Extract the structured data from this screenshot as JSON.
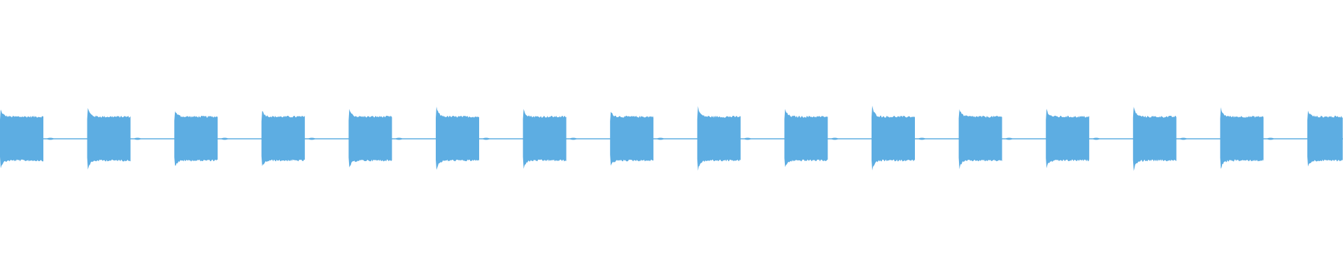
{
  "waveform": {
    "color": "#5DADE2",
    "burst_count": 16,
    "burst_peak_amplitudes": [
      0.93,
      1.0,
      0.9,
      0.91,
      0.96,
      1.02,
      0.95,
      0.86,
      1.02,
      0.95,
      1.05,
      0.97,
      0.94,
      1.03,
      0.98,
      0.9
    ],
    "sustain_amplitude": 0.66,
    "silence_amplitude": 0.03
  }
}
